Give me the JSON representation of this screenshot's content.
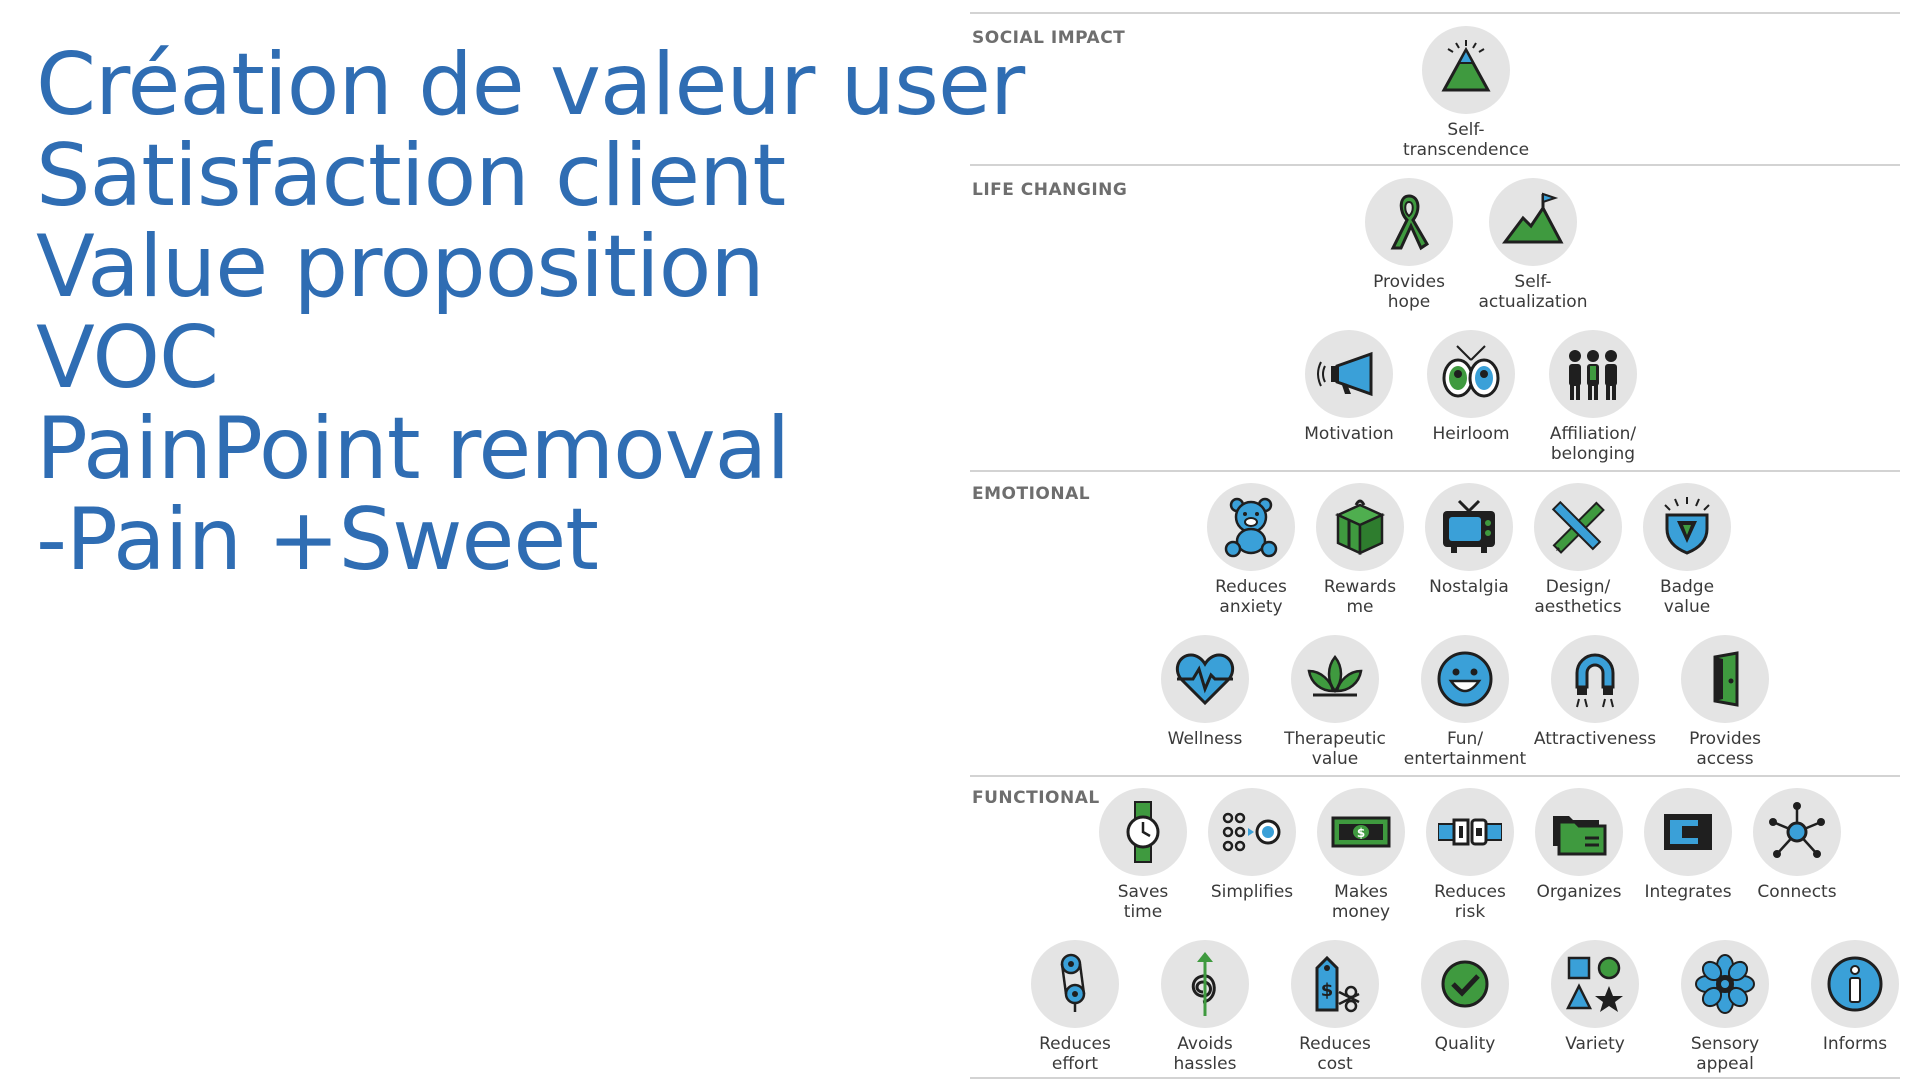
{
  "headline": [
    "Création de valeur user",
    "Satisfaction client",
    "Value proposition",
    "VOC",
    "PainPoint removal",
    "-Pain +Sweet"
  ],
  "sections": {
    "social": "SOCIAL IMPACT",
    "life": "LIFE CHANGING",
    "emotional": "EMOTIONAL",
    "functional": "FUNCTIONAL"
  },
  "elements": {
    "self_transcendence": {
      "line1": "Self-",
      "line2": "transcendence",
      "icon": "pyramid-icon"
    },
    "provides_hope": {
      "line1": "Provides",
      "line2": "hope",
      "icon": "ribbon-icon"
    },
    "self_actualization": {
      "line1": "Self-",
      "line2": "actualization",
      "icon": "mountain-flag-icon"
    },
    "motivation": {
      "line1": "Motivation",
      "line2": "",
      "icon": "megaphone-icon"
    },
    "heirloom": {
      "line1": "Heirloom",
      "line2": "",
      "icon": "portraits-icon"
    },
    "affiliation": {
      "line1": "Affiliation/",
      "line2": "belonging",
      "icon": "people-icon"
    },
    "reduces_anxiety": {
      "line1": "Reduces",
      "line2": "anxiety",
      "icon": "teddy-bear-icon"
    },
    "rewards_me": {
      "line1": "Rewards",
      "line2": "me",
      "icon": "gift-icon"
    },
    "nostalgia": {
      "line1": "Nostalgia",
      "line2": "",
      "icon": "tv-icon"
    },
    "design_aesthetics": {
      "line1": "Design/",
      "line2": "aesthetics",
      "icon": "pencil-ruler-icon"
    },
    "badge_value": {
      "line1": "Badge",
      "line2": "value",
      "icon": "badge-icon"
    },
    "wellness": {
      "line1": "Wellness",
      "line2": "",
      "icon": "heart-pulse-icon"
    },
    "therapeutic_value": {
      "line1": "Therapeutic",
      "line2": "value",
      "icon": "lotus-icon"
    },
    "fun_entertainment": {
      "line1": "Fun/",
      "line2": "entertainment",
      "icon": "smiley-icon"
    },
    "attractiveness": {
      "line1": "Attractiveness",
      "line2": "",
      "icon": "magnet-icon"
    },
    "provides_access": {
      "line1": "Provides",
      "line2": "access",
      "icon": "door-icon"
    },
    "saves_time": {
      "line1": "Saves",
      "line2": "time",
      "icon": "watch-icon"
    },
    "simplifies": {
      "line1": "Simplifies",
      "line2": "",
      "icon": "dots-icon"
    },
    "makes_money": {
      "line1": "Makes",
      "line2": "money",
      "icon": "banknote-icon"
    },
    "reduces_risk": {
      "line1": "Reduces",
      "line2": "risk",
      "icon": "buckle-icon"
    },
    "organizes": {
      "line1": "Organizes",
      "line2": "",
      "icon": "folder-icon"
    },
    "integrates": {
      "line1": "Integrates",
      "line2": "",
      "icon": "integrate-icon"
    },
    "connects": {
      "line1": "Connects",
      "line2": "",
      "icon": "network-icon"
    },
    "reduces_effort": {
      "line1": "Reduces",
      "line2": "effort",
      "icon": "pulley-icon"
    },
    "avoids_hassles": {
      "line1": "Avoids",
      "line2": "hassles",
      "icon": "spiral-arrow-icon"
    },
    "reduces_cost": {
      "line1": "Reduces",
      "line2": "cost",
      "icon": "price-tag-icon"
    },
    "quality": {
      "line1": "Quality",
      "line2": "",
      "icon": "checkmark-icon"
    },
    "variety": {
      "line1": "Variety",
      "line2": "",
      "icon": "shapes-icon"
    },
    "sensory_appeal": {
      "line1": "Sensory",
      "line2": "appeal",
      "icon": "flower-icon"
    },
    "informs": {
      "line1": "Informs",
      "line2": "",
      "icon": "info-icon"
    }
  },
  "colors": {
    "headline": "#2f6db3",
    "icon_green": "#3f9a3f",
    "icon_blue": "#3aa0d8",
    "icon_dark": "#1f1f1f",
    "circle": "#e4e4e4"
  }
}
